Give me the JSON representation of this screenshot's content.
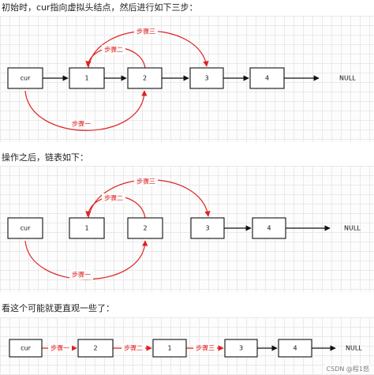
{
  "captions": {
    "first": "初始时，cur指向虚拟头结点，然后进行如下三步：",
    "second": "操作之后，链表如下：",
    "third": "看这个可能就更直观一些了："
  },
  "diagram1": {
    "nodes": [
      "cur",
      "1",
      "2",
      "3",
      "4"
    ],
    "null_label": "NULL",
    "steps": {
      "one": "步骤一",
      "two": "步骤二",
      "three": "步骤三"
    }
  },
  "diagram2": {
    "nodes": [
      "cur",
      "1",
      "2",
      "3",
      "4"
    ],
    "null_label": "NULL",
    "steps": {
      "one": "步骤一",
      "two": "步骤二",
      "three": "步骤三"
    }
  },
  "diagram3": {
    "nodes": [
      "cur",
      "2",
      "1",
      "3",
      "4"
    ],
    "null_label": "NULL",
    "steps": {
      "one": "步骤一",
      "two": "步骤二",
      "three": "步骤三"
    }
  },
  "watermark": "CSDN @程1怒",
  "colors": {
    "step": "#e02020",
    "link": "#111111",
    "grid": "#e9e9e9"
  }
}
